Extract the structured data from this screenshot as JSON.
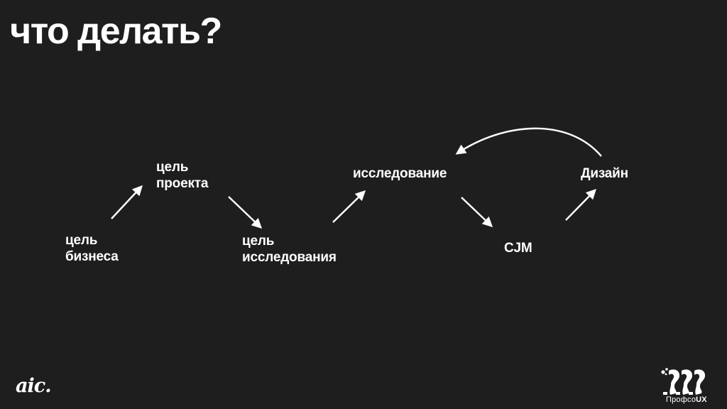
{
  "slide": {
    "title": "что делать?"
  },
  "diagram": {
    "nodes": {
      "business_goal": [
        "цель",
        "бизнеса"
      ],
      "project_goal": [
        "цель",
        "проекта"
      ],
      "research_goal": [
        "цель",
        "исследования"
      ],
      "research": "исследование",
      "cjm": "CJM",
      "design": "Дизайн"
    },
    "edges": [
      {
        "from": "business_goal",
        "to": "project_goal"
      },
      {
        "from": "project_goal",
        "to": "research_goal"
      },
      {
        "from": "research_goal",
        "to": "research"
      },
      {
        "from": "research",
        "to": "cjm"
      },
      {
        "from": "cjm",
        "to": "design"
      },
      {
        "from": "design",
        "to": "research",
        "style": "curved"
      }
    ]
  },
  "footer": {
    "left_logo": "aic.",
    "right_logo_prefix": "Профсо",
    "right_logo_suffix": "UX"
  },
  "colors": {
    "background": "#1e1e1f",
    "foreground": "#ffffff"
  }
}
